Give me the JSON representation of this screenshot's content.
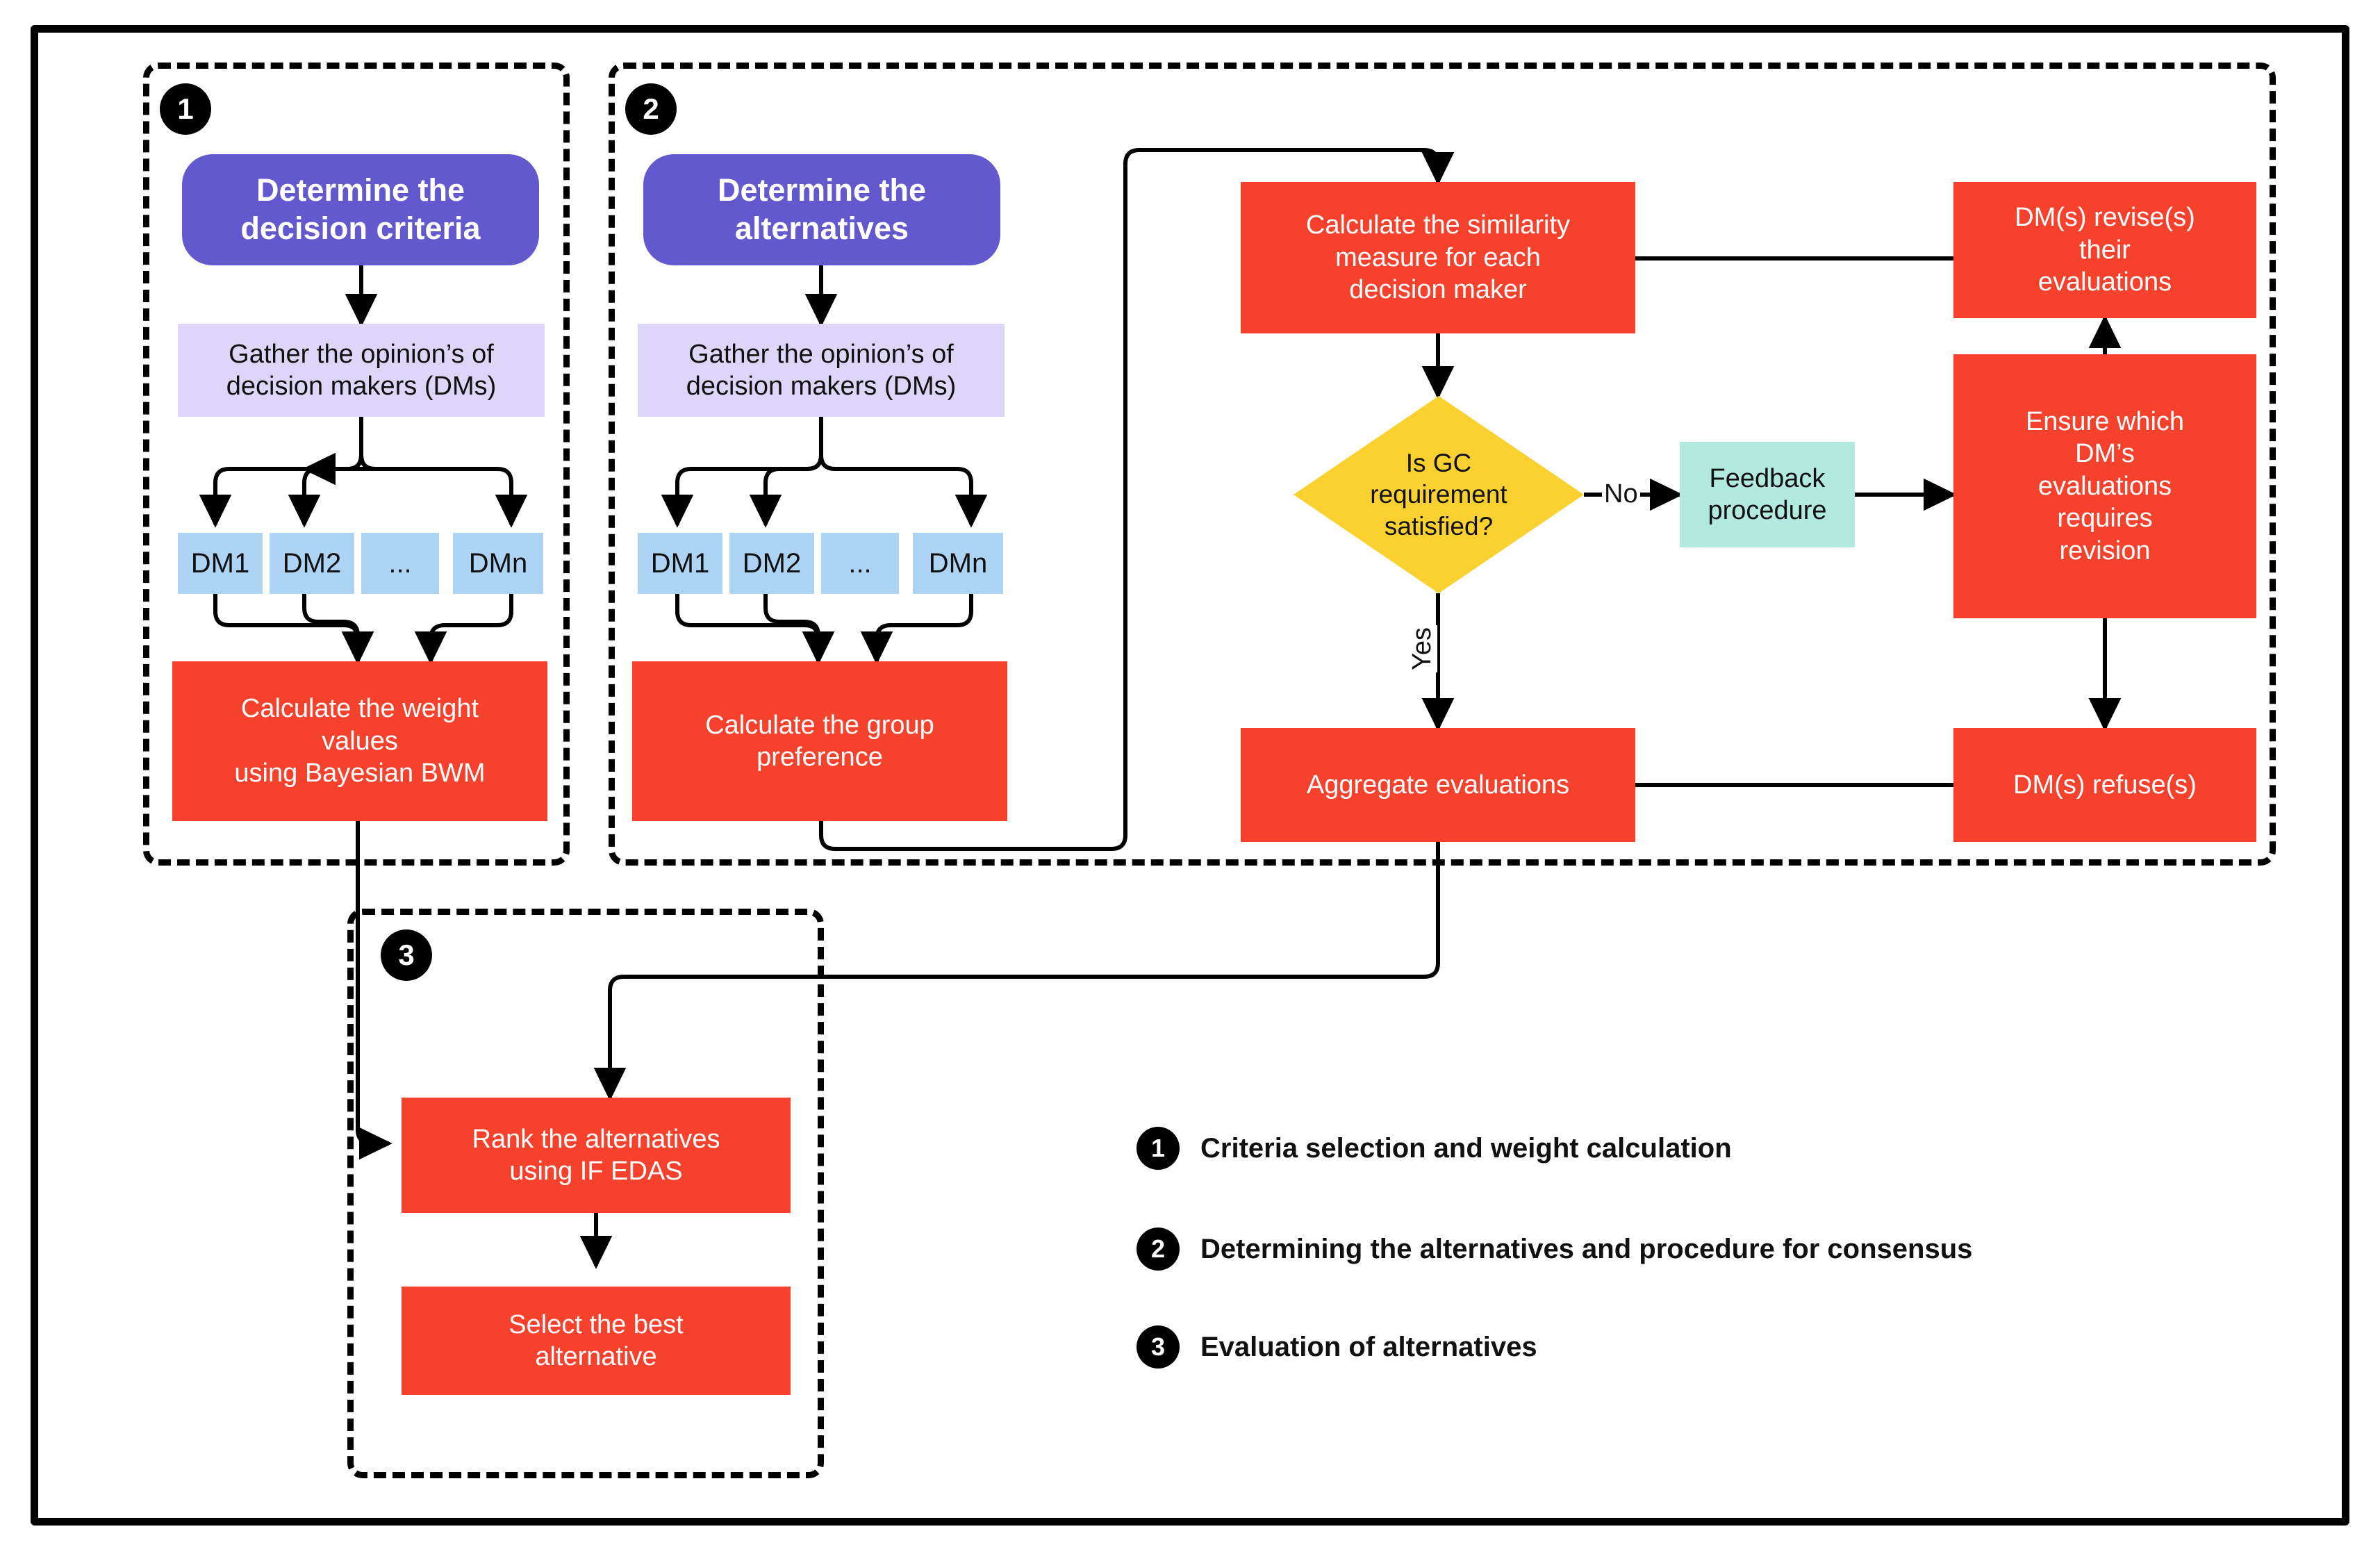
{
  "diagram": {
    "title": "Group decision making methodology flowchart",
    "colors": {
      "header_purple": "#6359CF",
      "lavender": "#DDD6F8",
      "dm_blue": "#AED4F5",
      "process_red": "#F6412D",
      "decision_yellow": "#FBD130",
      "feedback_teal": "#B2EADD",
      "outline_black": "#000000"
    }
  },
  "groups": [
    {
      "badge": "1",
      "name": "criteria-selection-group"
    },
    {
      "badge": "2",
      "name": "alternatives-consensus-group"
    },
    {
      "badge": "3",
      "name": "evaluation-group"
    }
  ],
  "section1": {
    "header": "Determine the\ndecision criteria",
    "gather": "Gather the opinion’s of\ndecision makers (DMs)",
    "dms": [
      "DM1",
      "DM2",
      "...",
      "DMn"
    ],
    "calc": "Calculate the weight\nvalues\nusing Bayesian BWM"
  },
  "section2": {
    "header": "Determine the\nalternatives",
    "gather": "Gather the opinion’s of\ndecision makers (DMs)",
    "dms": [
      "DM1",
      "DM2",
      "...",
      "DMn"
    ],
    "calc": "Calculate the group\npreference",
    "similarity": "Calculate the similarity\nmeasure for each\ndecision maker",
    "decision": "Is GC\nrequirement\nsatisfied?",
    "edge_no": "No",
    "edge_yes": "Yes",
    "feedback": "Feedback\nprocedure",
    "ensure": "Ensure which\nDM’s\nevaluations\nrequires\nrevision",
    "revise": "DM(s) revise(s)\ntheir\nevaluations",
    "refuse": "DM(s) refuse(s)",
    "aggregate": "Aggregate evaluations"
  },
  "section3": {
    "rank": "Rank the alternatives\nusing IF EDAS",
    "select": "Select the best\nalternative"
  },
  "legend": [
    {
      "badge": "1",
      "label": "Criteria selection and weight calculation"
    },
    {
      "badge": "2",
      "label": " Determining the alternatives and procedure for consensus"
    },
    {
      "badge": "3",
      "label": "Evaluation of alternatives"
    }
  ]
}
